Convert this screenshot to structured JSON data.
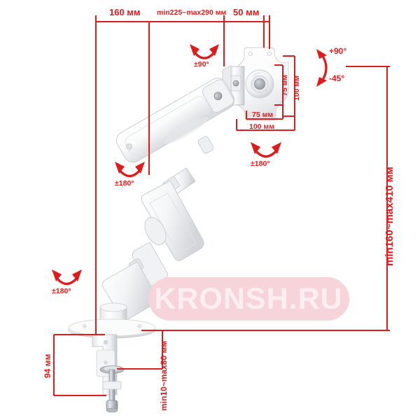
{
  "diagram": {
    "title": "Monitor arm mount technical dimension diagram",
    "accent_color": "#e01b1b",
    "watermark_bg": "#f7d3da",
    "watermark_text_color": "#fdeef1",
    "product_color": "#ffffff"
  },
  "watermark": {
    "text": "KRONSH.RU"
  },
  "dimensions": {
    "top_segment_1": "160 мм",
    "top_segment_2": "min225~max290 мм",
    "top_segment_3": "50 мм",
    "vesa_v_inner": "75 мм",
    "vesa_v_outer": "100 мм",
    "vesa_h_inner": "75 мм",
    "vesa_h_outer": "100 мм",
    "height_right": "min160~max410 мм",
    "clamp_body_height": "94 мм",
    "clamp_grip_range": "min10~max80 мм"
  },
  "rotations": {
    "head_tilt_top": "±90°",
    "head_swivel": "±180°",
    "arm_rotate_mid": "±180°",
    "base_rotate": "±180°",
    "tilt_up": "+90°",
    "tilt_down": "-45°"
  }
}
